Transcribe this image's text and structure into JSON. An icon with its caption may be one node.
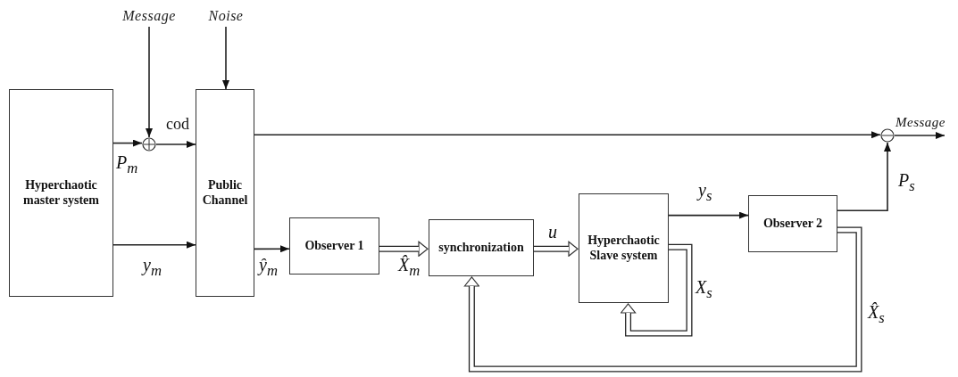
{
  "diagram": {
    "nodes": [
      {
        "text": [
          "Hyperchaotic master system"
        ]
      },
      {
        "text": [
          "Public Channel"
        ]
      },
      {
        "text": [
          "Observer 1"
        ]
      },
      {
        "text": [
          "synchronization"
        ]
      },
      {
        "text": [
          "Hyperchaotic Slave system"
        ]
      },
      {
        "text": [
          "Observer 2"
        ]
      },
      {
        "text": [
          "Message"
        ]
      },
      {
        "text": [
          "Noise"
        ]
      },
      {
        "text": [],
        "shape": "circle"
      },
      {
        "text": [],
        "shape": "circle"
      }
    ],
    "edges": [
      {
        "from": 6,
        "to": 8,
        "arrow": "to"
      },
      {
        "from": 0,
        "to": 8,
        "arrow": "to",
        "label": "P$_{m}$"
      },
      {
        "from": 8,
        "to": 1,
        "arrow": "to",
        "label": "cod"
      },
      {
        "from": 7,
        "to": 1,
        "arrow": "to"
      },
      {
        "from": 0,
        "to": 1,
        "arrow": "to",
        "label": "y$_{m}$"
      },
      {
        "from": 1,
        "to": 9,
        "arrow": "to"
      },
      {
        "from": 9,
        "to": null,
        "arrow": "to",
        "label": "Message"
      },
      {
        "from": 1,
        "to": 2,
        "arrow": "to",
        "label": "ŷ$_{m}$"
      },
      {
        "from": 2,
        "to": 3,
        "arrow": "to",
        "style": "thick",
        "label": "X̂$_{m}$"
      },
      {
        "from": 3,
        "to": 4,
        "arrow": "to",
        "style": "thick",
        "label": "u"
      },
      {
        "from": 4,
        "to": 5,
        "arrow": "to",
        "label": "y$_{s}$"
      },
      {
        "from": 5,
        "to": 9,
        "arrow": "to",
        "label": "P$_{s}$"
      },
      {
        "from": 4,
        "to": 4,
        "arrow": "to",
        "style": "thick",
        "label": "X$_{s}$"
      },
      {
        "from": 5,
        "to": 3,
        "arrow": "to",
        "style": "thick",
        "label": "X̂$_{s}$"
      }
    ]
  }
}
